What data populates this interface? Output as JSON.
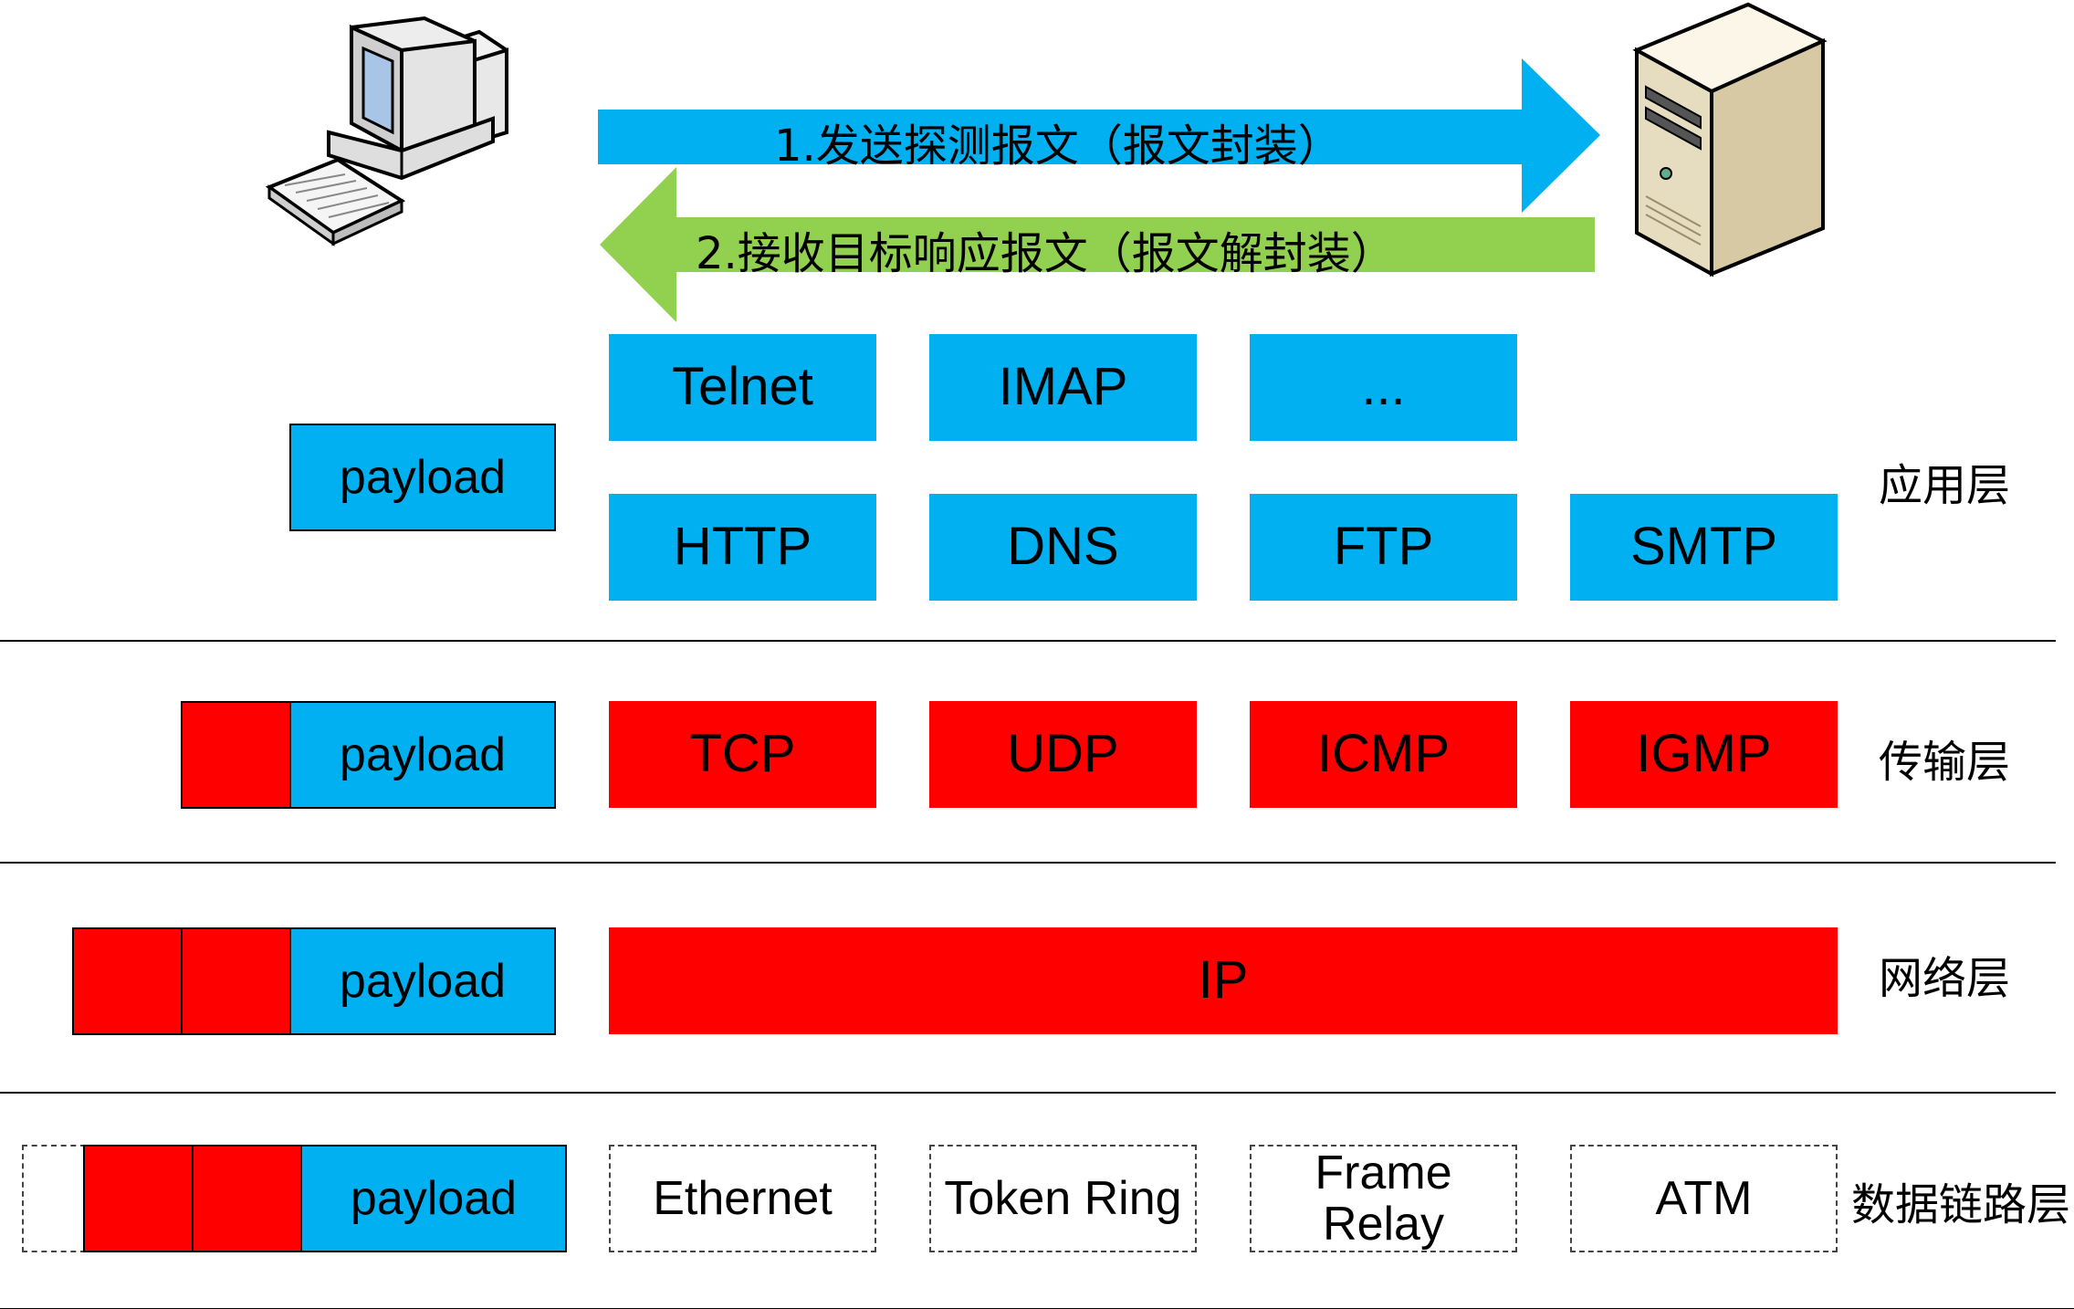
{
  "arrows": {
    "send": "1.发送探测报文（报文封装）",
    "receive": "2.接收目标响应报文（报文解封装）"
  },
  "icons": {
    "client": "desktop-computer-icon",
    "server": "server-tower-icon"
  },
  "layers": {
    "application": {
      "label": "应用层",
      "row1": [
        "Telnet",
        "IMAP",
        "..."
      ],
      "row2": [
        "HTTP",
        "DNS",
        "FTP",
        "SMTP"
      ],
      "payload": "payload"
    },
    "transport": {
      "label": "传输层",
      "protocols": [
        "TCP",
        "UDP",
        "ICMP",
        "IGMP"
      ],
      "payload": "payload"
    },
    "network": {
      "label": "网络层",
      "protocols": [
        "IP"
      ],
      "payload": "payload"
    },
    "datalink": {
      "label": "数据链路层",
      "protocols": [
        "Ethernet",
        "Token Ring",
        "Frame\nRelay",
        "ATM"
      ],
      "payload": "payload"
    }
  },
  "colors": {
    "blue": "#00b0f0",
    "red": "#ff0000",
    "send_arrow": "#00b0f0",
    "receive_arrow": "#92d050"
  }
}
